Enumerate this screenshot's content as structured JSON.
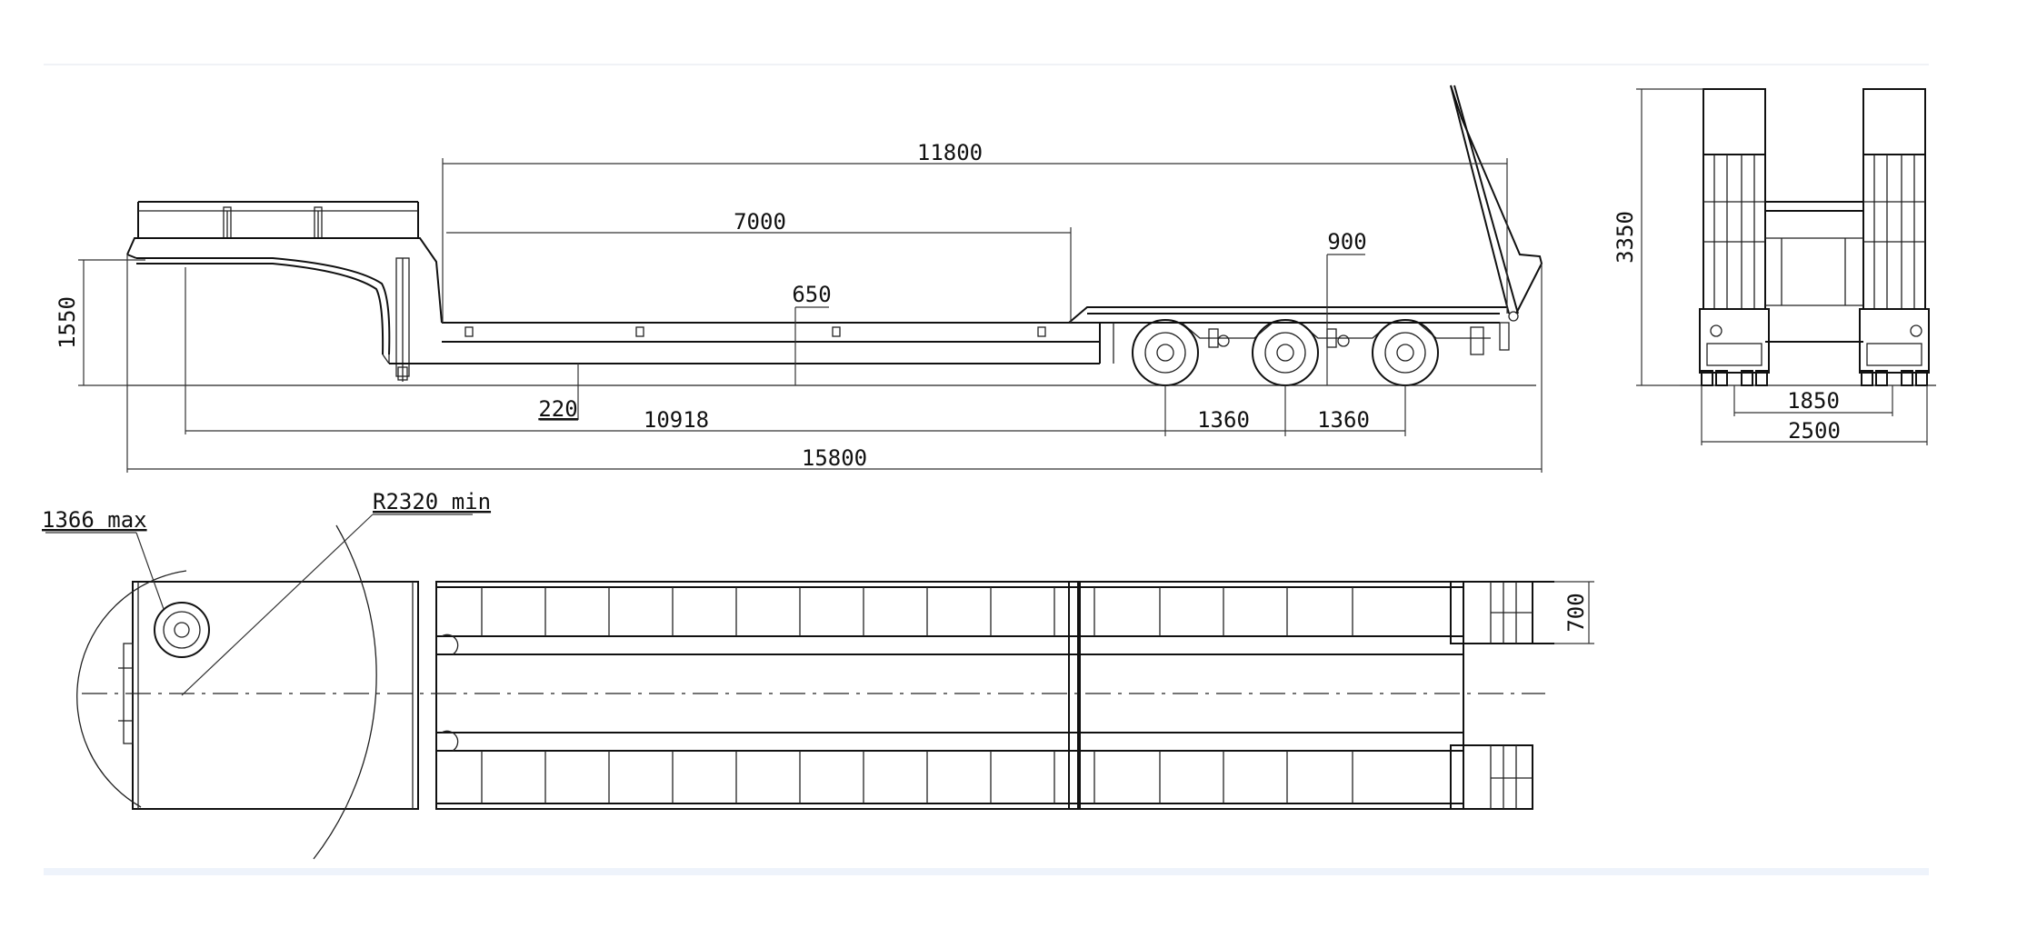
{
  "drawing": {
    "title": "",
    "side_view": {
      "dim_overall_deck": "11800",
      "dim_well_length": "7000",
      "dim_gooseneck_height": "1550",
      "dim_well_height": "650",
      "dim_ground_clearance": "220",
      "dim_rear_deck_height": "900",
      "dim_kingpin_to_axle": "10918",
      "dim_axle_spacing_1": "1360",
      "dim_axle_spacing_2": "1360",
      "dim_overall_length": "15800"
    },
    "rear_view": {
      "dim_height": "3350",
      "dim_track": "1850",
      "dim_width": "2500"
    },
    "top_view": {
      "dim_swing_radius": "1366 max",
      "dim_turn_radius": "R2320 min",
      "dim_ramp_width": "700"
    }
  },
  "colors": {
    "line": "#111111",
    "background": "#ffffff",
    "band": "#eef3fb"
  }
}
